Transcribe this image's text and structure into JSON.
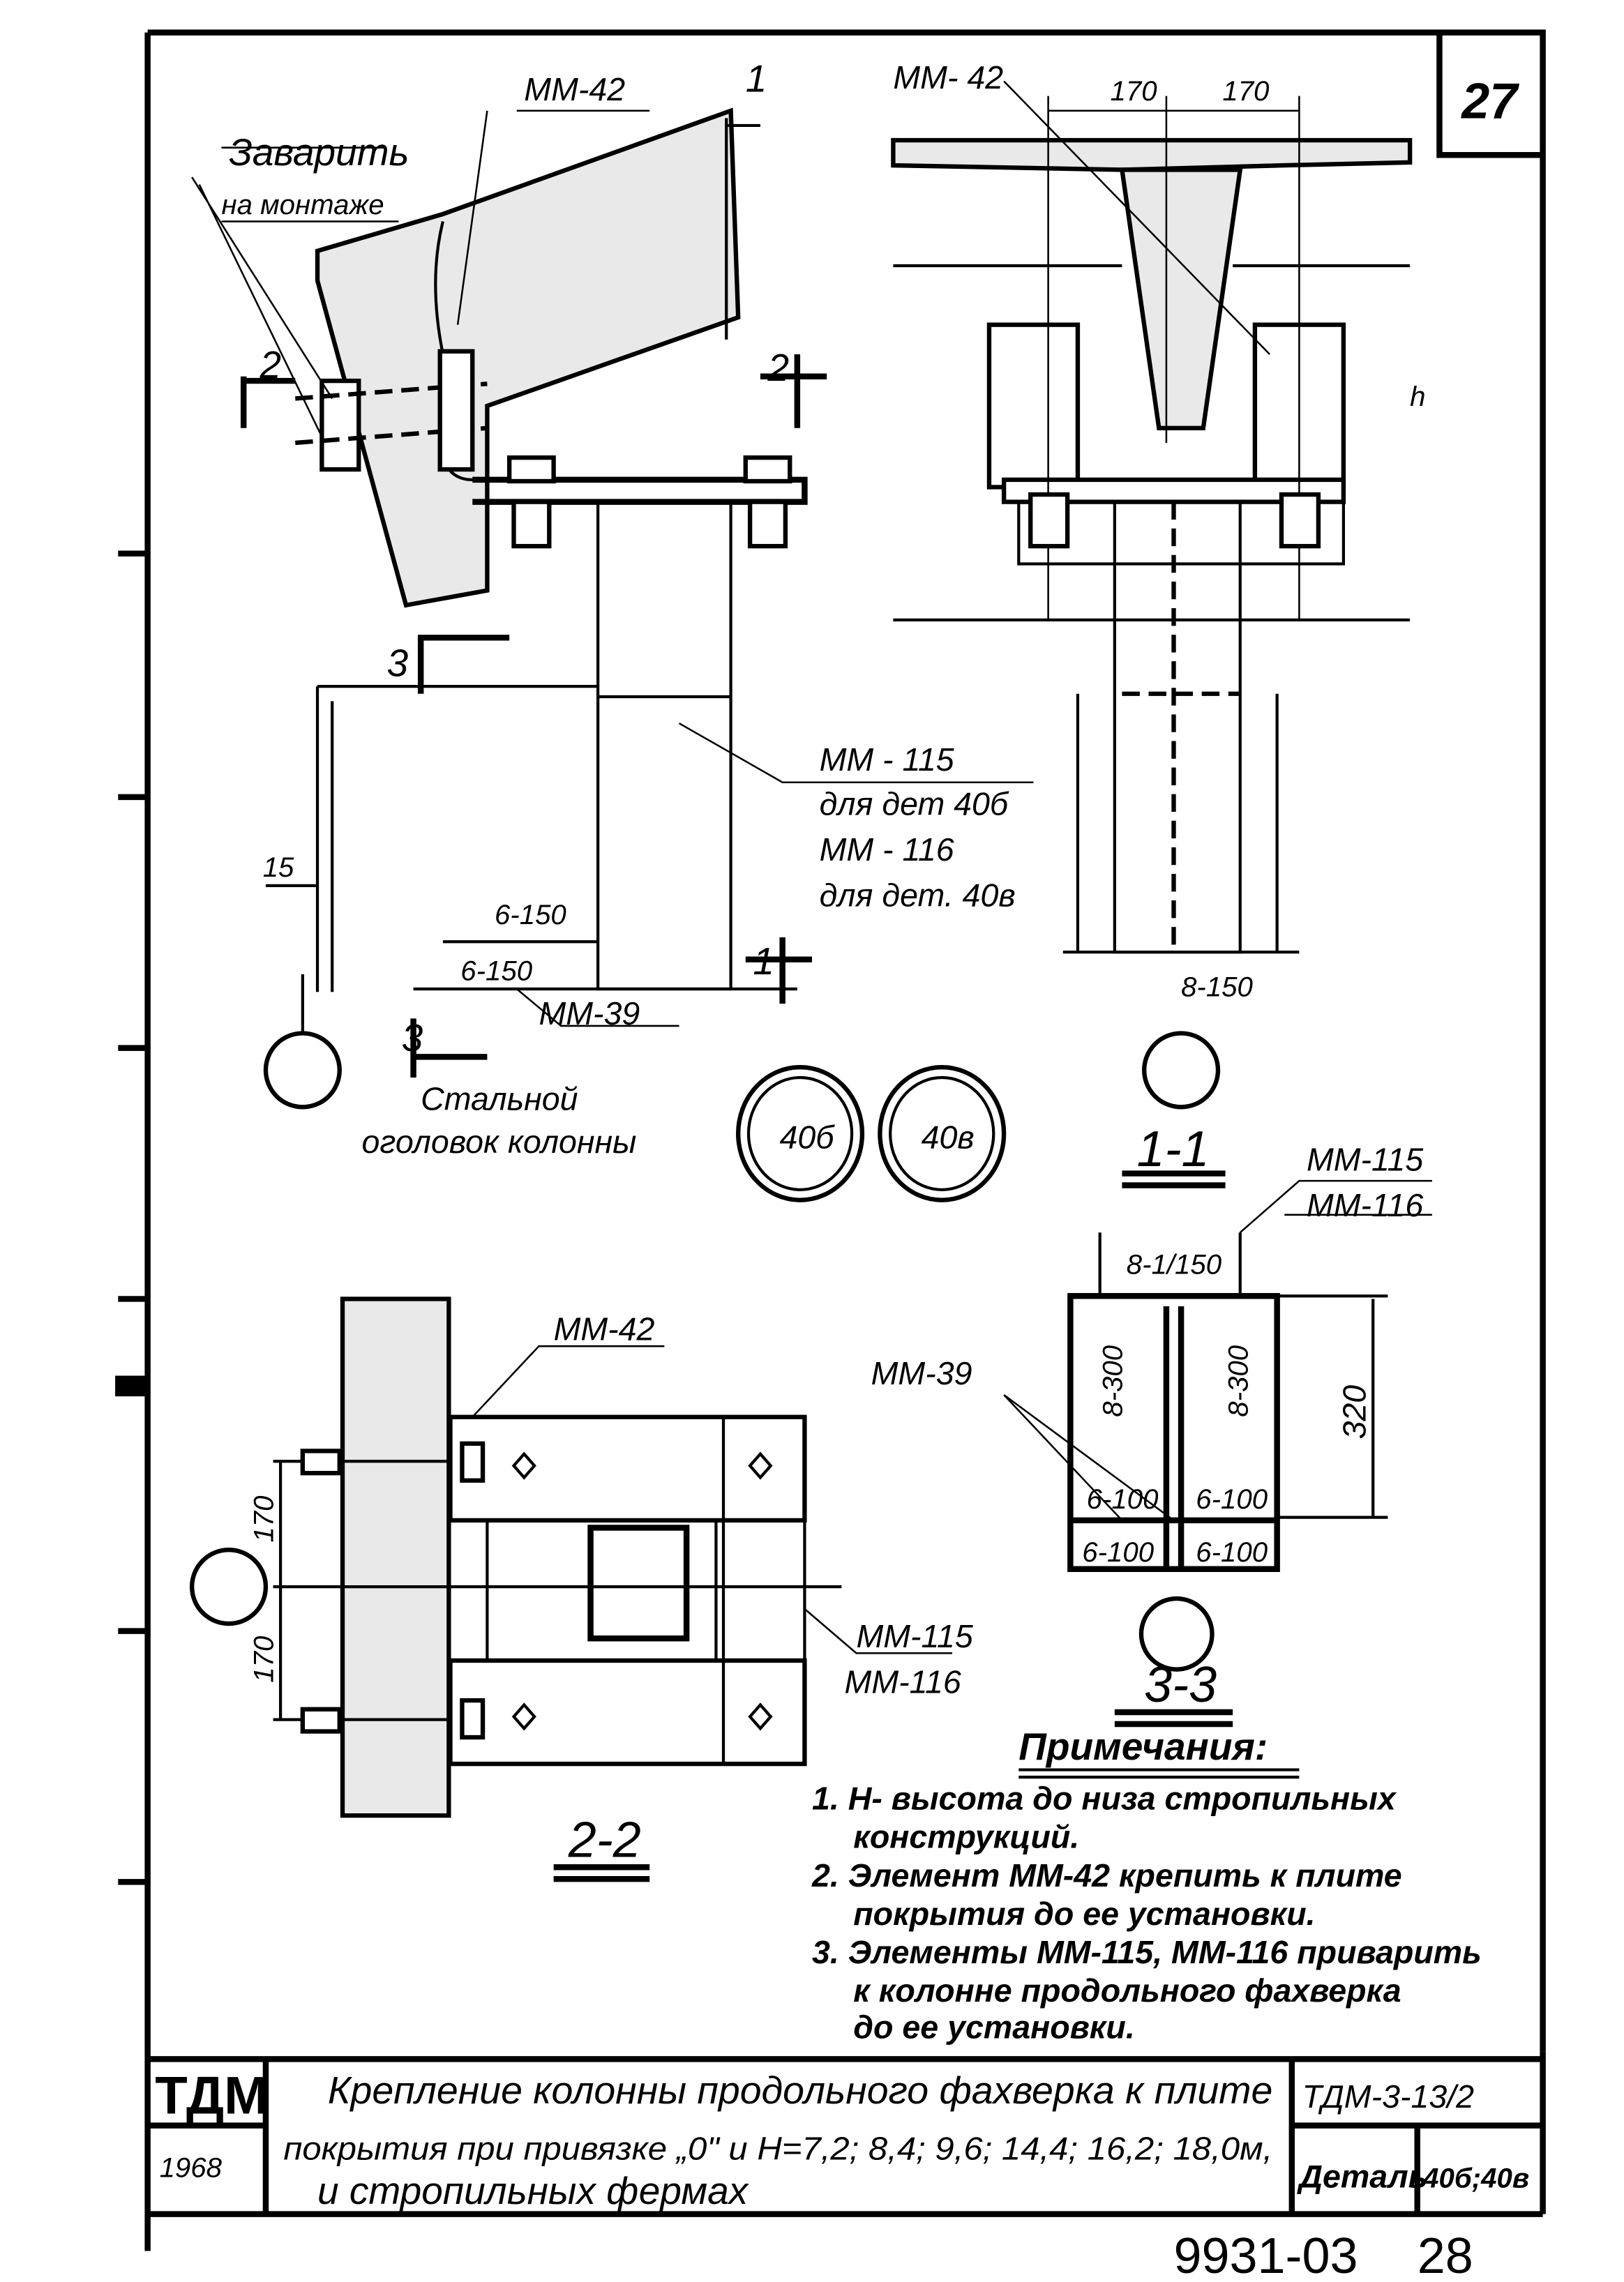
{
  "sheet_number": "27",
  "view_top_left": {
    "mm42": "ММ-42",
    "weld_line1": "Заварить",
    "weld_line2": "на монтаже",
    "cut1_top": "1",
    "cut2_left": "2",
    "cut2_right": "2",
    "cut3_top": "3",
    "mm115": "ММ - 115",
    "for_40b": "для дет 40б",
    "mm116": "ММ - 116",
    "for_40v": "для дет. 40в",
    "dim15": "15",
    "weld_upper": "6-150",
    "weld_lower": "6-150",
    "mm39": "ММ-39",
    "cut1_bottom": "1",
    "cut3_bottom": "3",
    "caption_line1": "Стальной",
    "caption_line2": "оголовок колонны",
    "detail_a": "40б",
    "detail_b": "40в"
  },
  "view_1_1": {
    "mm42": "ММ- 42",
    "dim_left": "170",
    "dim_right": "170",
    "h_mark": "h",
    "weld": "8-150",
    "title": "1-1"
  },
  "view_3_3": {
    "mm115": "ММ-115",
    "mm116": "ММ-116",
    "weld_top": "8-1/150",
    "mm39": "ММ-39",
    "weld_left_vert": "8-300",
    "weld_right_vert": "8-300",
    "dim320": "320",
    "weld_mid_left": "6-100",
    "weld_mid_right": "6-100",
    "weld_bot_left": "6-100",
    "weld_bot_right": "6-100",
    "title": "3-3"
  },
  "view_2_2": {
    "mm42": "ММ-42",
    "dim_top": "170",
    "dim_bottom": "170",
    "mm115": "ММ-115",
    "mm116": "ММ-116",
    "title": "2-2"
  },
  "notes": {
    "heading": "Примечания:",
    "items": [
      [
        "1. Н- высота до низа стропильных",
        "конструкций."
      ],
      [
        "2. Элемент ММ-42 крепить к плите",
        "покрытия до ее установки."
      ],
      [
        "3. Элементы ММ-115, ММ-116 приварить",
        "к колонне продольного фахверка",
        "до ее установки."
      ]
    ]
  },
  "title_block": {
    "org": "ТДМ",
    "year": "1968",
    "title_lines": [
      "Крепление колонны продольного фахверка к плите",
      "покрытия при привязке „0\" и Н=7,2; 8,4; 9,6; 14,4; 16,2; 18,0м,",
      "и стропильных фермах"
    ],
    "doc_code": "ТДМ-3-13/2",
    "detail_label": "Деталь",
    "detail_value": "40б;40в"
  },
  "footer": {
    "archive_number": "9931-03",
    "page": "28"
  }
}
